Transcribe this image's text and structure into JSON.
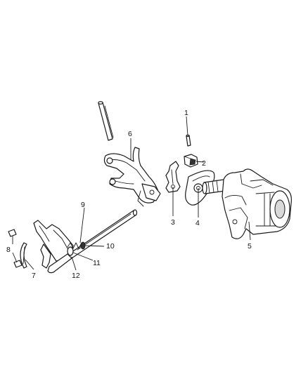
{
  "callouts": [
    {
      "id": "c1",
      "text": "1"
    },
    {
      "id": "c2",
      "text": "2"
    },
    {
      "id": "c3",
      "text": "3"
    },
    {
      "id": "c4",
      "text": "4"
    },
    {
      "id": "c5",
      "text": "5"
    },
    {
      "id": "c6",
      "text": "6"
    },
    {
      "id": "c7",
      "text": "7"
    },
    {
      "id": "c8",
      "text": "8"
    },
    {
      "id": "c9",
      "text": "9"
    },
    {
      "id": "c10",
      "text": "10"
    },
    {
      "id": "c11",
      "text": "11"
    },
    {
      "id": "c12",
      "text": "12"
    }
  ]
}
